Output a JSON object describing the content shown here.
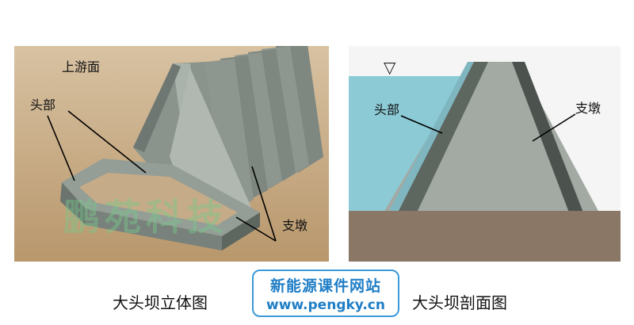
{
  "left_view": {
    "label_upstream": "上游面",
    "label_head": "头部",
    "label_pier": "支墩",
    "caption": "大头坝立体图",
    "overlay_watermark": "鹏苑科技"
  },
  "right_view": {
    "label_head": "头部",
    "label_pier": "支墩",
    "water_level_symbol": "▽",
    "caption": "大头坝剖面图"
  },
  "watermark": {
    "name": "新能源课件网站",
    "url": "www.pengky.cn"
  },
  "colors": {
    "water": "#8ccbd6",
    "concrete": "#9aa39c",
    "concrete_dark": "#4c534f",
    "ground": "#8a7766",
    "sand": "#c8ab86",
    "brand": "#1f7ec6"
  }
}
